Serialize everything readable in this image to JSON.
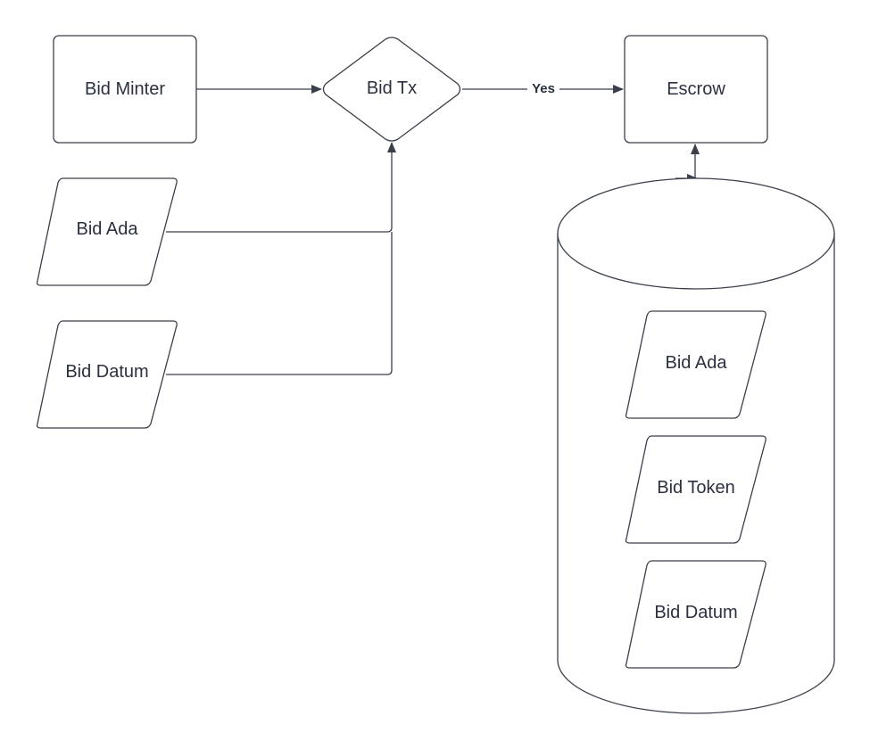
{
  "nodes": {
    "bid_minter": "Bid Minter",
    "bid_tx": "Bid Tx",
    "escrow": "Escrow",
    "bid_ada_input": "Bid Ada",
    "bid_datum_input": "Bid Datum",
    "escrow_contents": {
      "bid_ada": "Bid Ada",
      "bid_token": "Bid Token",
      "bid_datum": "Bid Datum"
    }
  },
  "edges": {
    "tx_to_escrow_label": "Yes"
  }
}
